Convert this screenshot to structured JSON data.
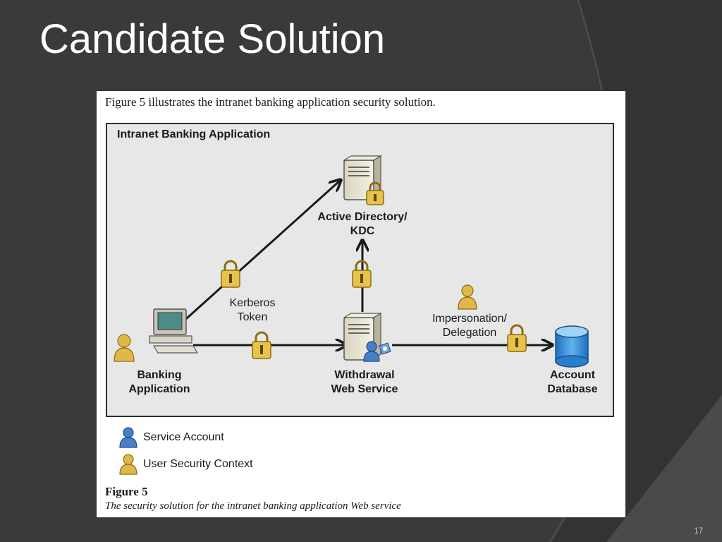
{
  "slide": {
    "title": "Candidate Solution",
    "page_number": "17"
  },
  "figure": {
    "intro": "Figure 5 illustrates the intranet banking application security solution.",
    "diagram_title": "Intranet Banking Application",
    "nodes": {
      "active_directory": [
        "Active Directory/",
        "KDC"
      ],
      "banking_application": [
        "Banking",
        "Application"
      ],
      "withdrawal_service": [
        "Withdrawal",
        "Web Service"
      ],
      "account_database": [
        "Account",
        "Database"
      ]
    },
    "edge_labels": {
      "kerberos": [
        "Kerberos",
        "Token"
      ],
      "impersonation": [
        "Impersonation/",
        "Delegation"
      ]
    },
    "legend": [
      {
        "label": "Service Account",
        "icon": "service-account-icon",
        "color": "#4a7fc8"
      },
      {
        "label": "User Security Context",
        "icon": "user-context-icon",
        "color": "#e0b84a"
      }
    ],
    "caption_label": "Figure 5",
    "caption_text": "The security solution for the intranet banking application Web service"
  },
  "colors": {
    "slide_background": "#3a3a3a",
    "diagram_background": "#e7e7e7",
    "lock": "#e8c24a",
    "database": "#3d8fd6"
  }
}
